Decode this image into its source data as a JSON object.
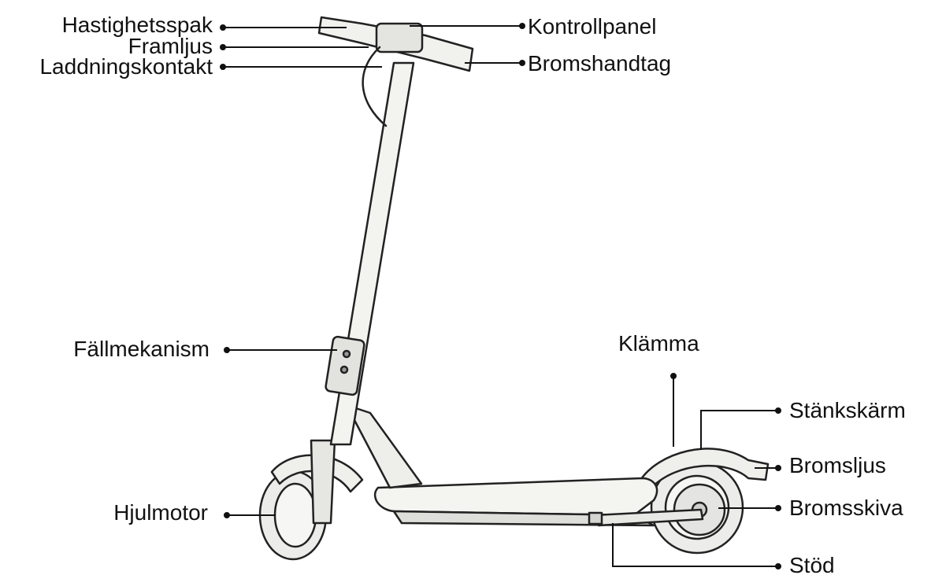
{
  "labels": {
    "speed_lever": "Hastighetsspak",
    "headlight": "Framljus",
    "charging_port": "Laddningskontakt",
    "control_panel": "Kontrollpanel",
    "brake_handle": "Bromshandtag",
    "folding_mechanism": "Fällmekanism",
    "clamp": "Klämma",
    "mudguard": "Stänkskärm",
    "brake_light": "Bromsljus",
    "brake_disc": "Bromsskiva",
    "hub_motor": "Hjulmotor",
    "kickstand": "Stöd"
  },
  "colors": {
    "ink": "#111111",
    "body": "#f2f2ef",
    "shade": "#d9d9d6"
  }
}
